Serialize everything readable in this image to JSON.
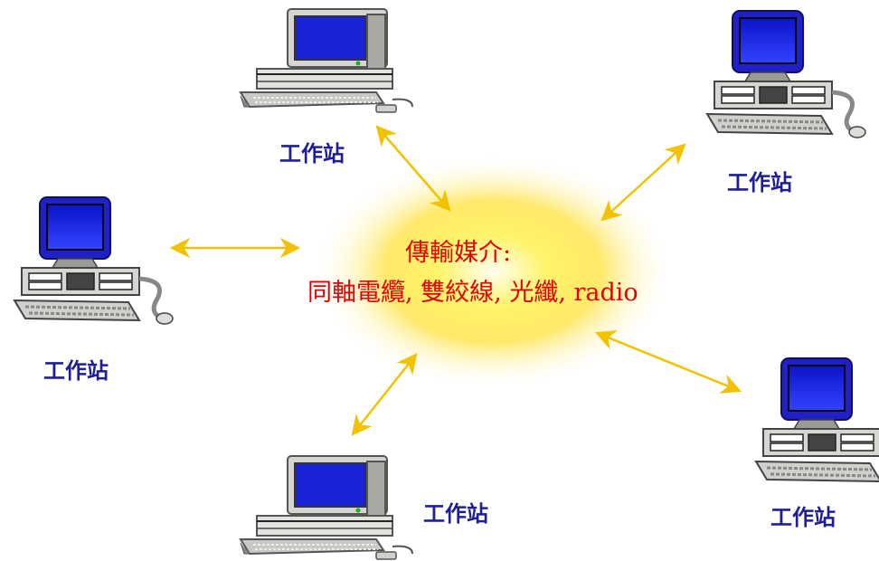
{
  "diagram": {
    "center": {
      "title": "傳輸媒介:",
      "media_line": "同軸電纜, 雙絞線, 光纖, radio"
    },
    "workstations": [
      {
        "label": "工作站",
        "style": "beige-pc"
      },
      {
        "label": "工作站",
        "style": "blue-monitor-pc"
      },
      {
        "label": "工作站",
        "style": "blue-monitor-pc"
      },
      {
        "label": "工作站",
        "style": "beige-pc"
      },
      {
        "label": "工作站",
        "style": "blue-monitor-pc"
      }
    ],
    "colors": {
      "label": "#1e1e9a",
      "center_text": "#e60000",
      "arrow": "#f2c200",
      "glow": "#ffe000",
      "screen_blue": "#1a23d8"
    }
  }
}
